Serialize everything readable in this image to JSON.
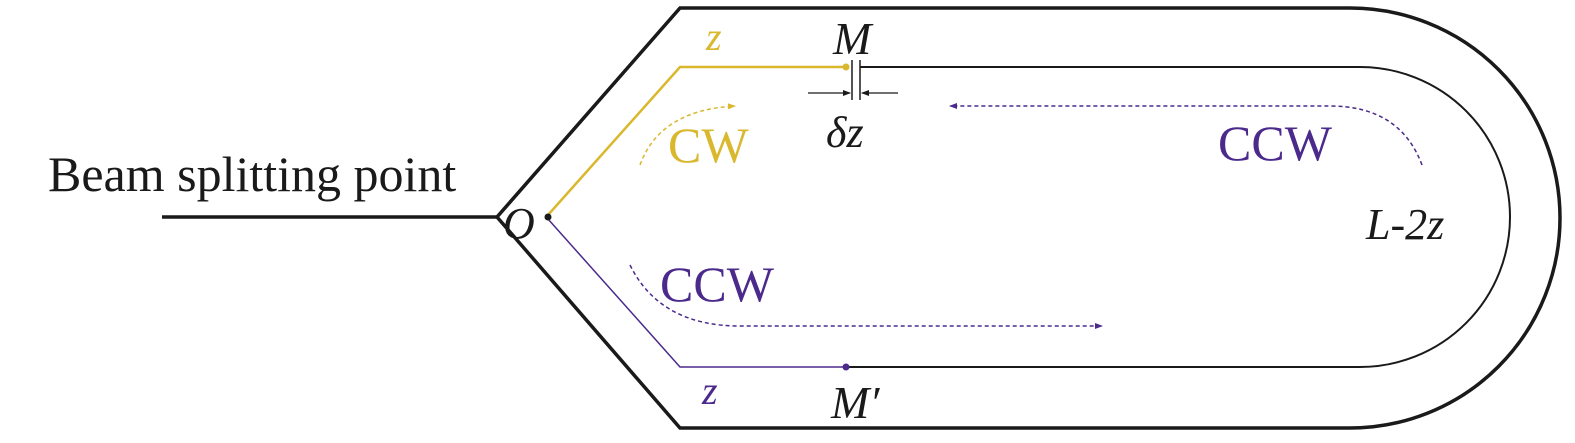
{
  "labels": {
    "beam_splitting_point": "Beam splitting point",
    "origin": "O",
    "point_m": "M",
    "point_m_prime": "M′",
    "z_top": "z",
    "z_bottom": "z",
    "delta_z": "δz",
    "cw": "CW",
    "ccw_top": "CCW",
    "ccw_bottom": "CCW",
    "loop_length": "L-2z"
  },
  "colors": {
    "cw": "#D9B82E",
    "ccw": "#4B2A8C",
    "outline": "#1a1a1a",
    "text": "#1a1a1a"
  }
}
